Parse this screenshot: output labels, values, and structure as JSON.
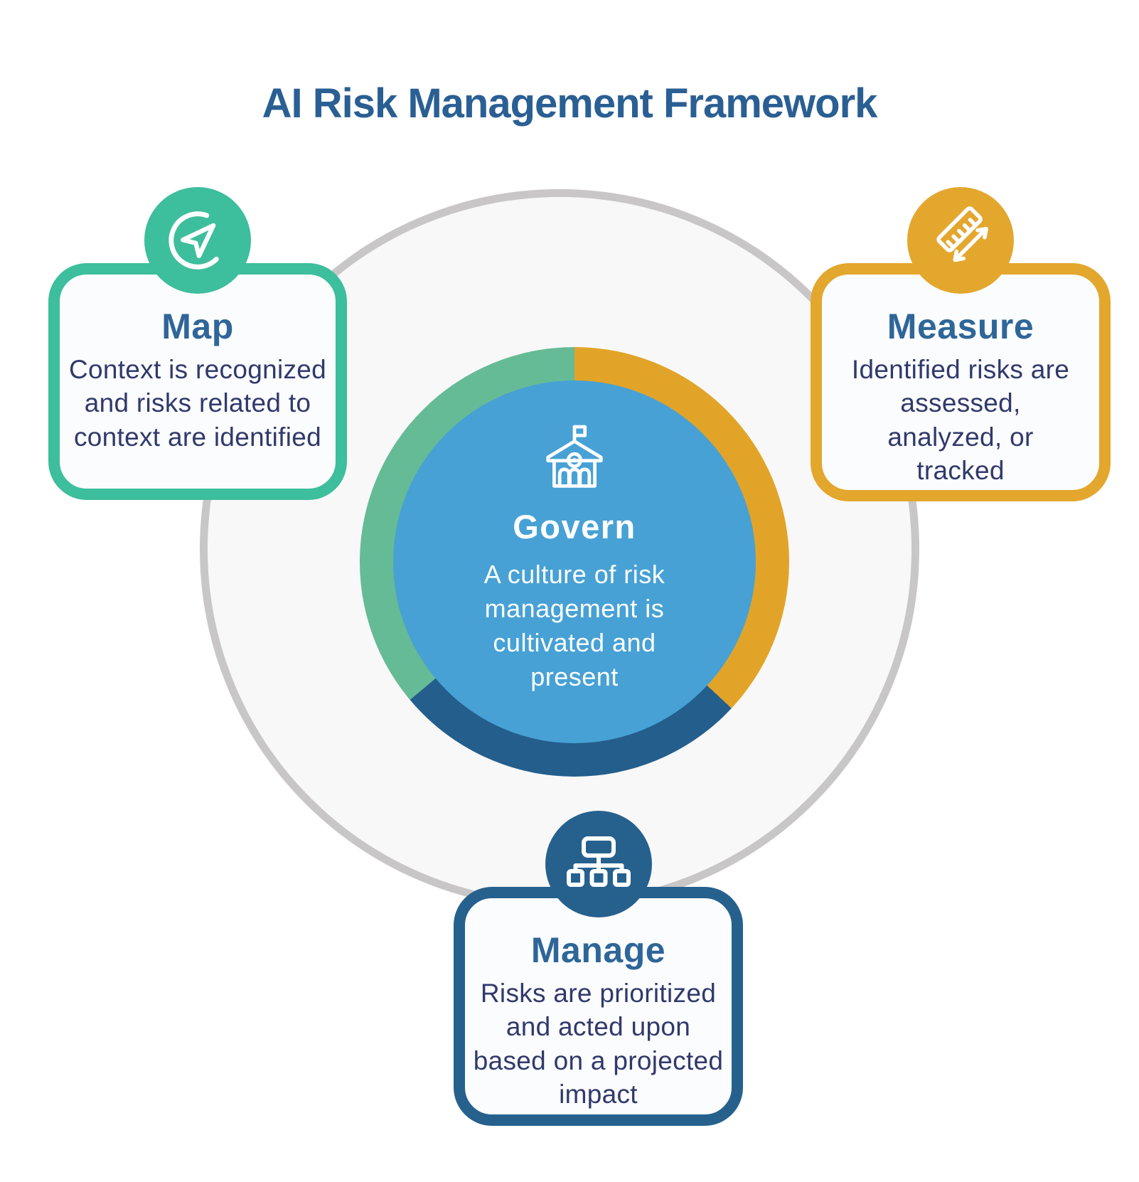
{
  "title": "AI Risk Management Framework",
  "colors": {
    "page_title": "#2A5F93",
    "card_title": "#2F6699",
    "body_text": "#31396B",
    "card_background": "#FBFCFE",
    "outer_circle_fill": "#F8F8F8",
    "outer_circle_border": "#C9C6C8",
    "center_text": "#FFFFFF"
  },
  "center": {
    "title": "Govern",
    "description": "A culture of risk management is cultivated and present",
    "color": "#47A1D5",
    "icon": "government-building-icon"
  },
  "ring": {
    "segments": [
      {
        "name": "measure-arc",
        "color": "#E2A428",
        "from": 0,
        "to": 133
      },
      {
        "name": "manage-arc",
        "color": "#245E8C",
        "from": 133,
        "to": 230
      },
      {
        "name": "map-arc",
        "color": "#65BB96",
        "from": 230,
        "to": 360
      }
    ]
  },
  "cards": [
    {
      "id": "map",
      "title": "Map",
      "description": "Context is recognized and risks related to context are identified",
      "accent": "#3DBE9C",
      "icon": "navigation-arrow-icon"
    },
    {
      "id": "measure",
      "title": "Measure",
      "description": "Identified risks are assessed, analyzed, or tracked",
      "accent": "#E3A72E",
      "icon": "ruler-arrow-icon"
    },
    {
      "id": "manage",
      "title": "Manage",
      "description": "Risks are prioritized and acted upon based on a projected impact",
      "accent": "#26618E",
      "icon": "sitemap-icon"
    }
  ]
}
